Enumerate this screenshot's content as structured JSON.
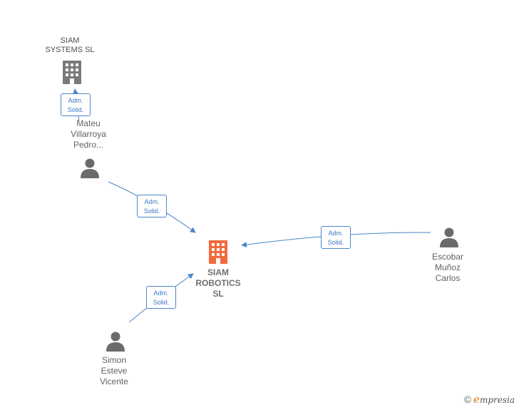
{
  "nodes": {
    "siam_systems": {
      "label": "SIAM\nSYSTEMS  SL",
      "type": "company"
    },
    "siam_robotics": {
      "label": "SIAM\nROBOTICS\nSL",
      "type": "company-main"
    },
    "mateu": {
      "label": "Mateu\nVillarroya\nPedro...",
      "type": "person"
    },
    "simon": {
      "label": "Simon\nEsteve\nVicente",
      "type": "person"
    },
    "escobar": {
      "label": "Escobar\nMuñoz\nCarlos",
      "type": "person"
    }
  },
  "relations": [
    {
      "from": "mateu",
      "to": "siam_systems",
      "line1": "Adm.",
      "line2": "Solid."
    },
    {
      "from": "mateu",
      "to": "siam_robotics",
      "line1": "Adm.",
      "line2": "Solid."
    },
    {
      "from": "escobar",
      "to": "siam_robotics",
      "line1": "Adm.",
      "line2": "Solid."
    },
    {
      "from": "simon",
      "to": "siam_robotics",
      "line1": "Adm.",
      "line2": "Solid."
    }
  ],
  "colors": {
    "edge": "#4a86c8",
    "company_icon": "#7a7a7a",
    "main_company_icon": "#f26b3a",
    "person_icon": "#6b6b6b"
  },
  "footer": {
    "copyright": "©",
    "brand_first": "e",
    "brand_rest": "mpresia"
  }
}
